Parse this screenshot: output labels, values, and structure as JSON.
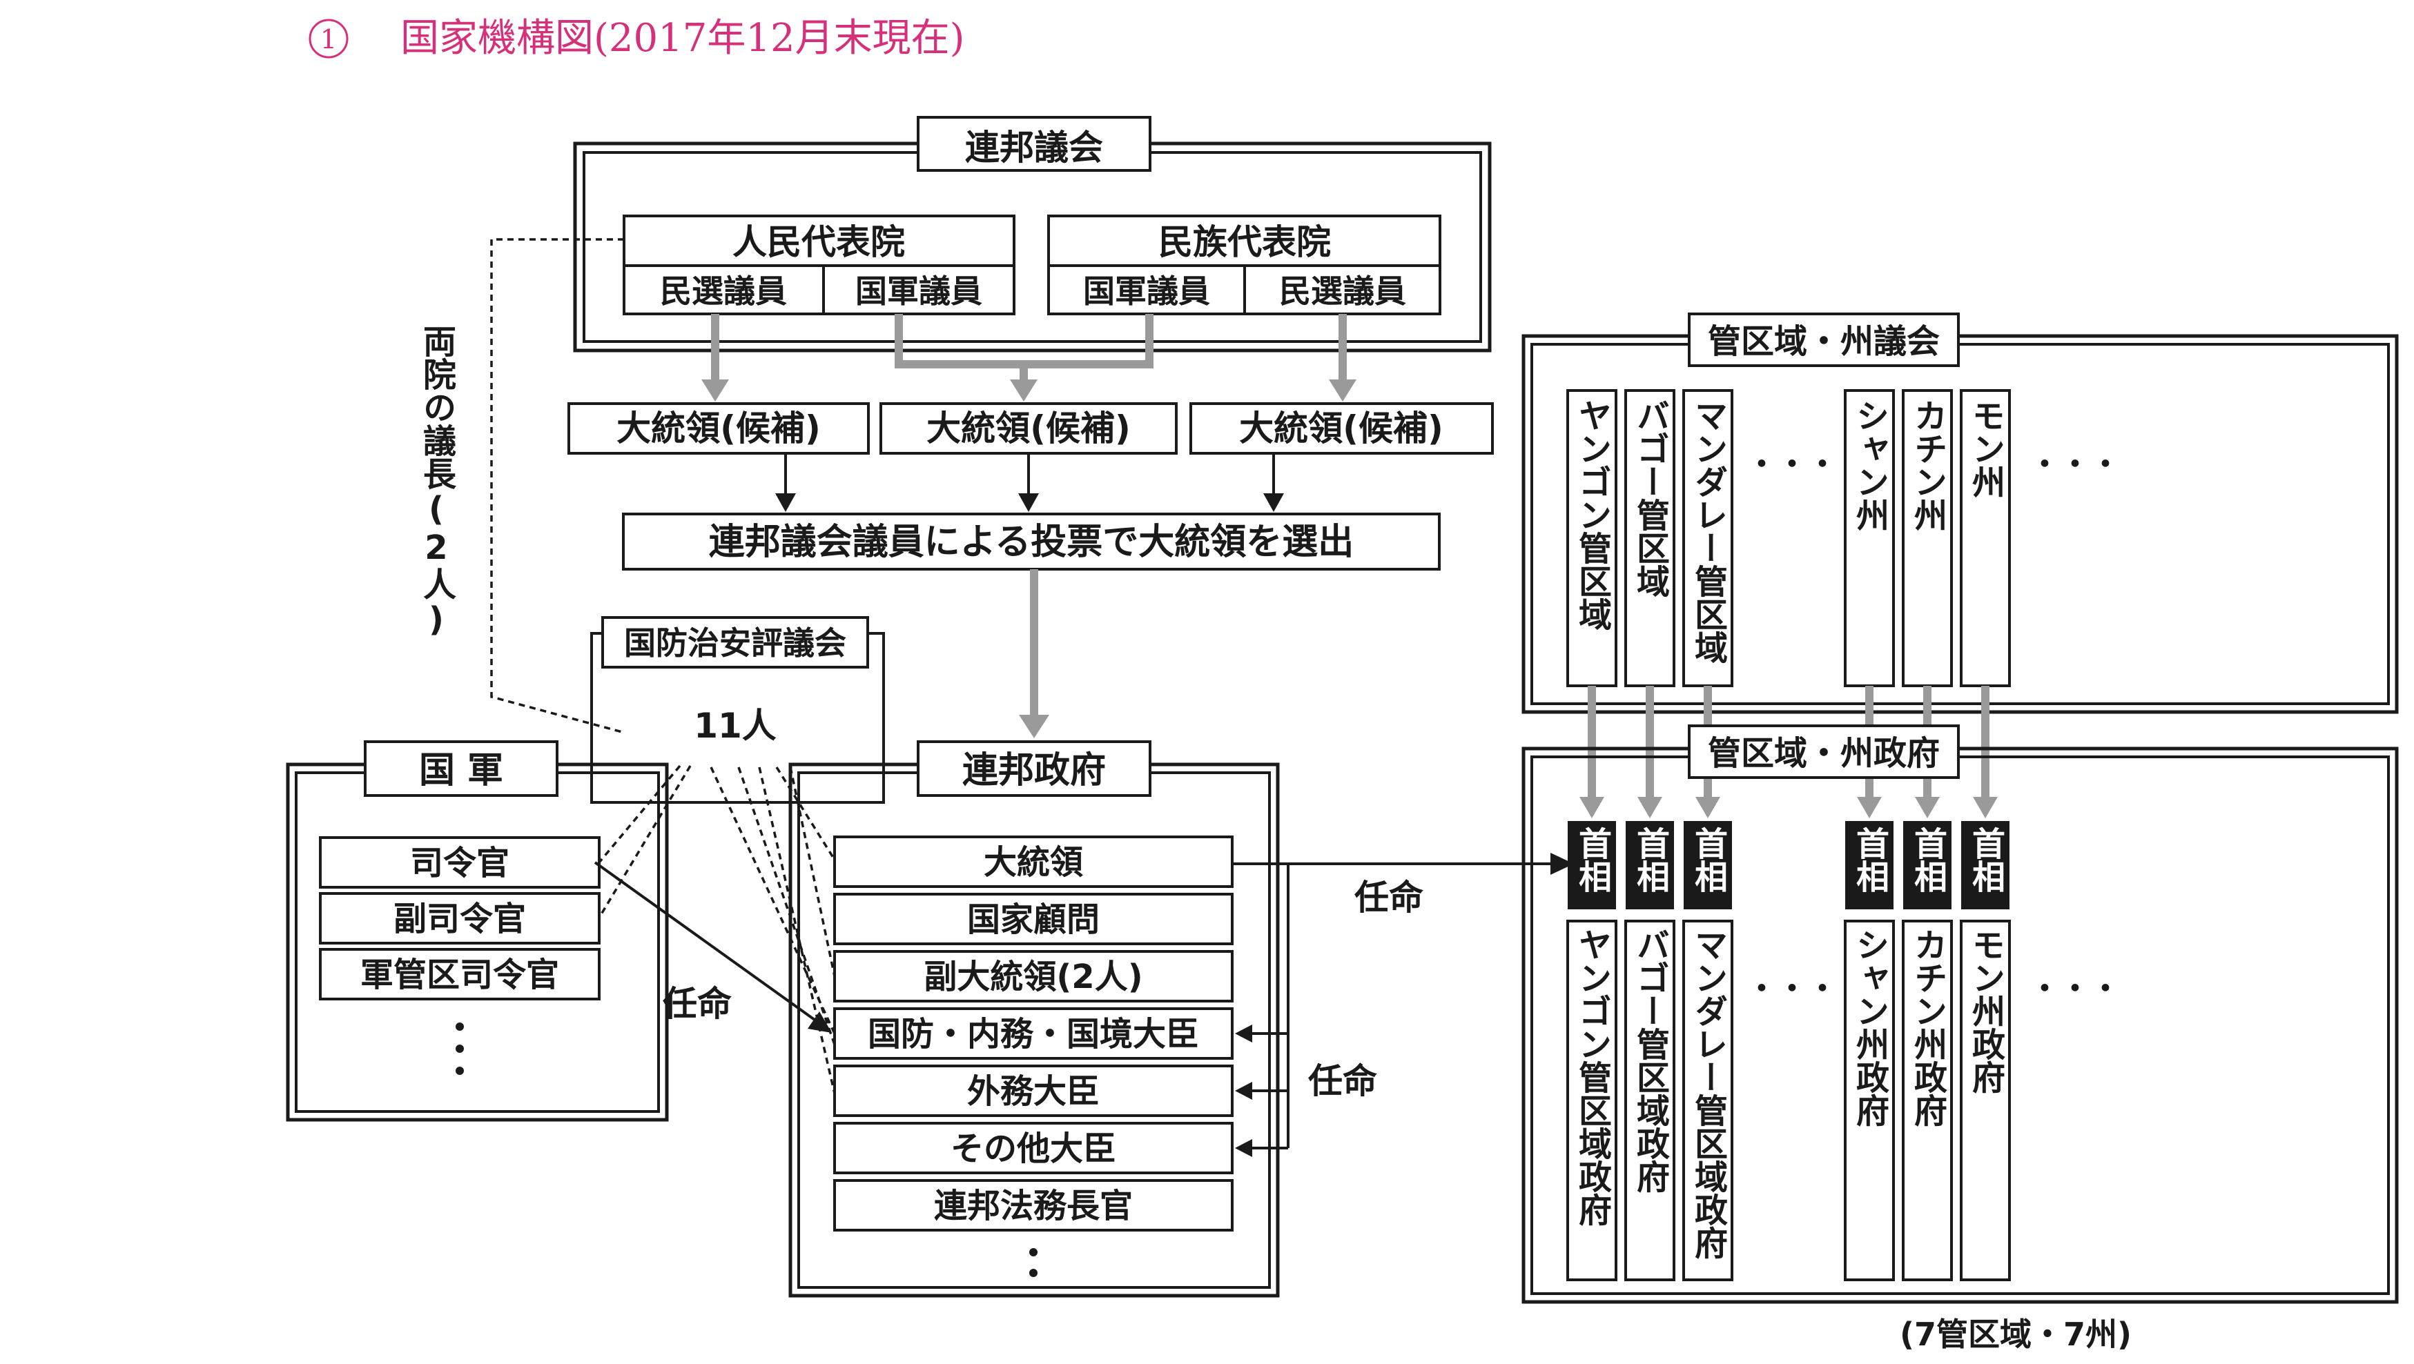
{
  "title": {
    "number": "1",
    "text": "国家機構図(2017年12月末現在)"
  },
  "parliament": {
    "label": "連邦議会",
    "lower_house": {
      "name": "人民代表院",
      "members": [
        "民選議員",
        "国軍議員"
      ]
    },
    "upper_house": {
      "name": "民族代表院",
      "members": [
        "国軍議員",
        "民選議員"
      ]
    }
  },
  "speakers_label": "両院の議長(2人)",
  "candidates": [
    "大統領(候補)",
    "大統領(候補)",
    "大統領(候補)"
  ],
  "election": "連邦議会議員による投票で大統領を選出",
  "security_council": {
    "label": "国防治安評議会",
    "count": "11人"
  },
  "military": {
    "label": "国 軍",
    "items": [
      "司令官",
      "副司令官",
      "軍管区司令官"
    ]
  },
  "union_government": {
    "label": "連邦政府",
    "items": [
      "大統領",
      "国家顧問",
      "副大統領(2人)",
      "国防・内務・国境大臣",
      "外務大臣",
      "その他大臣",
      "連邦法務長官"
    ]
  },
  "appoint_labels": {
    "military_appoint": "任命",
    "president_appoint": "任命",
    "region_appoint": "任命"
  },
  "region_assembly": {
    "label": "管区域・州議会",
    "items": [
      "ヤンゴン管区域",
      "バゴー管区域",
      "マンダレー管区域",
      "シャン州",
      "カチン州",
      "モン州"
    ]
  },
  "region_government": {
    "label": "管区域・州政府",
    "premier": "首相",
    "items": [
      "ヤンゴン管区域政府",
      "バゴー管区域政府",
      "マンダレー管区域政府",
      "シャン州政府",
      "カチン州政府",
      "モン州政府"
    ]
  },
  "ellipsis": {
    "h": "・・・",
    "v": "・・・"
  },
  "footnote": "(7管区域・7州)"
}
